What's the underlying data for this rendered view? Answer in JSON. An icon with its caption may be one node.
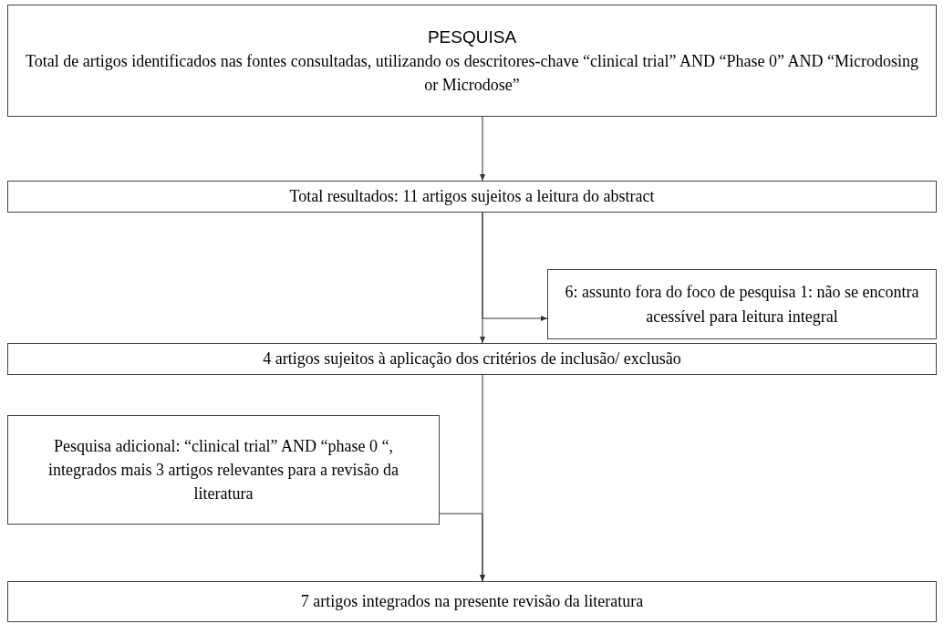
{
  "diagram": {
    "nodes": [
      {
        "text": [
          "PESQUISA",
          "Total de artigos identificados nas fontes consultadas, utilizando os descritores-chave “clinical trial” AND “Phase 0” AND “Microdosing or Microdose”"
        ]
      },
      {
        "text": [
          "Total resultados: 11 artigos sujeitos a leitura do abstract"
        ]
      },
      {
        "text": [
          "6: assunto fora do foco de pesquisa 1: não se encontra acessível para leitura integral"
        ]
      },
      {
        "text": [
          "4 artigos sujeitos à aplicação dos critérios de inclusão/ exclusão"
        ]
      },
      {
        "text": [
          "Pesquisa adicional: “clinical trial” AND “phase 0 “, integrados mais 3 artigos relevantes para a revisão da literatura"
        ]
      },
      {
        "text": [
          "7 artigos integrados na presente revisão da literatura"
        ]
      }
    ],
    "edges": [
      {
        "from": 0,
        "to": 1,
        "arrow": "to"
      },
      {
        "from": 1,
        "to": 2,
        "arrow": "to"
      },
      {
        "from": 1,
        "to": 3,
        "arrow": "to"
      },
      {
        "from": 4,
        "to": 5,
        "arrow": "to"
      },
      {
        "from": 3,
        "to": 5,
        "arrow": "to"
      }
    ]
  }
}
